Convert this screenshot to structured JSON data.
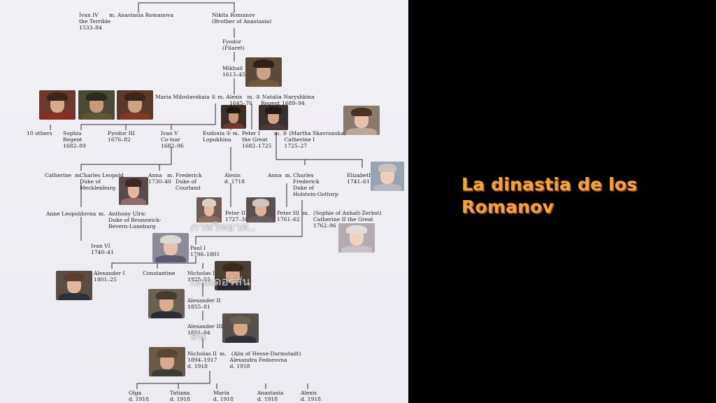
{
  "slide": {
    "title_lines": [
      "La dinastia de los",
      "Romanov"
    ],
    "overlay_text": [
      "ภาพวิทยาศ..",
      "เอนเดอร์สัน",
      "สัน"
    ]
  },
  "tree": {
    "nodes": {
      "ivan4": "Ivan IV\nthe Terrible\n1533–84",
      "m_anastasia": "m. Anastasia Romanova",
      "nikita": "Nikita Romanov\n(Brother of Anastasia)",
      "fyodor_filaret": "Fyodor\n(Filaret)",
      "mikhail": "Mikhail\n1613–45",
      "alexis_row": "Maria Miloslavskaia ① m. Alexis   m. ② Natalia Naryshkina\n                                            1645–76     Regent 1689–94",
      "ten_others": "10 others",
      "sophia": "Sophia\nRegent\n1682–89",
      "fyodor3": "Fyodor III\n1676–82",
      "ivan5": "Ivan V\nCo-tsar\n1682–96",
      "eudoxia": "Eudoxia ① m.\nLopukhina",
      "peter1": "Peter I\nthe Great\n1682–1725",
      "catherine1": "m. ② (Martha Skavronska)\n      Catherine I\n      1725–27",
      "catherine_m": "Catherine  m.",
      "charles_leopold": "Charles Leopold\nDuke of\nMecklenburg",
      "anna_i": "Anna   m.\n1730–40",
      "frederick": "Frederick\nDuke of\nCourland",
      "alexis_son": "Alexis\nd. 1718",
      "anna_p": "Anna  m.",
      "charles_frederick": "Charles\nFrederick\nDuke of\nHolstein-Gottorp",
      "elizabeth": "Elizabeth\n1741–61",
      "anna_leopoldovna": "Anne Leopoldovna",
      "m_ulric": "m.",
      "anthony_ulric": "Anthony Ulric\nDuke of Brunswick-\nBevern-Luneburg",
      "peter2": "Peter II\n1727–30",
      "peter3": "Peter III  m.\n1761–62",
      "sophie_catherine2": "(Sophie of Anhalt-Zerbst)\nCatherine II the Great\n1762–96",
      "ivan6": "Ivan VI\n1740–41",
      "paul1": "Paul I\n1796–1801",
      "alexander1": "Alexander I\n1801–25",
      "constantine": "Constantine",
      "nicholas1": "Nicholas I\n1825–55",
      "alexander2": "Alexander II\n1855–81",
      "alexander3": "Alexander III\n1881–94",
      "nicholas2": "Nicholas II\n1894–1917\nd. 1918",
      "alix": "m.   (Alix of Hesse-Darmstadt)\n      Alexandra Fedorovna\n      d. 1918",
      "olga": "Olga\nd. 1918",
      "tatiana": "Tatiana\nd. 1918",
      "maria": "Maria\nd. 1918",
      "anastasia": "Anastasia\nd. 1918",
      "alexis_last": "Alexis\nd. 1918"
    },
    "portraits": [
      {
        "name": "mikhail",
        "bg": "#5b4a3a",
        "skin": "#caa183",
        "hair": "#2e2219",
        "cloth": "#6f5a3f"
      },
      {
        "name": "sophia",
        "bg": "#6a3a2e",
        "skin": "#d9a98c",
        "hair": "#3b251b",
        "cloth": "#8a2f24"
      },
      {
        "name": "fyodor-iii",
        "bg": "#4c4a35",
        "skin": "#c79a7b",
        "hair": "#2a2a1f",
        "cloth": "#5f5638"
      },
      {
        "name": "ivan-v",
        "bg": "#5a3a2b",
        "skin": "#d0a283",
        "hair": "#3c2418",
        "cloth": "#7f3b25"
      },
      {
        "name": "alexis",
        "bg": "#3d2f28",
        "skin": "#c69677",
        "hair": "#1f1712",
        "cloth": "#6e3a2a"
      },
      {
        "name": "peter-i",
        "bg": "#3a3030",
        "skin": "#d2a488",
        "hair": "#241a16",
        "cloth": "#4a3a3a"
      },
      {
        "name": "catherine-i",
        "bg": "#8a7a6d",
        "skin": "#e6c2aa",
        "hair": "#4a3323",
        "cloth": "#b9a79c"
      },
      {
        "name": "anna-i",
        "bg": "#5a4a4a",
        "skin": "#e0b7a0",
        "hair": "#3a2a22",
        "cloth": "#8c6b6b"
      },
      {
        "name": "elizabeth",
        "bg": "#9aa3b1",
        "skin": "#ecd0bd",
        "hair": "#c9c3bc",
        "cloth": "#b9b7c4"
      },
      {
        "name": "peter-ii",
        "bg": "#6e5b55",
        "skin": "#e2bba4",
        "hair": "#d6d0c6",
        "cloth": "#8a6f60"
      },
      {
        "name": "peter-iii",
        "bg": "#5a5050",
        "skin": "#dcb29a",
        "hair": "#ccc6be",
        "cloth": "#6b5e5e"
      },
      {
        "name": "catherine-ii",
        "bg": "#b4aab2",
        "skin": "#efd3c1",
        "hair": "#e2ddd7",
        "cloth": "#c9bfc6"
      },
      {
        "name": "paul-i",
        "bg": "#8d8a9a",
        "skin": "#e4c2ac",
        "hair": "#dcd8d2",
        "cloth": "#5a5a6e"
      },
      {
        "name": "alexander-i",
        "bg": "#5a4d44",
        "skin": "#e0b79d",
        "hair": "#5a3f2c",
        "cloth": "#2a2f3c"
      },
      {
        "name": "nicholas-i",
        "bg": "#4a4036",
        "skin": "#d7aa8d",
        "hair": "#3a2a1e",
        "cloth": "#27272e"
      },
      {
        "name": "alexander-ii",
        "bg": "#6a6054",
        "skin": "#d8ad92",
        "hair": "#4a3a2e",
        "cloth": "#2c2c34"
      },
      {
        "name": "alexander-iii",
        "bg": "#56504a",
        "skin": "#d4a68a",
        "hair": "#6b5f52",
        "cloth": "#303038"
      },
      {
        "name": "nicholas-ii",
        "bg": "#6b5a4a",
        "skin": "#d6aa8c",
        "hair": "#5a4532",
        "cloth": "#3d3a33"
      }
    ]
  }
}
